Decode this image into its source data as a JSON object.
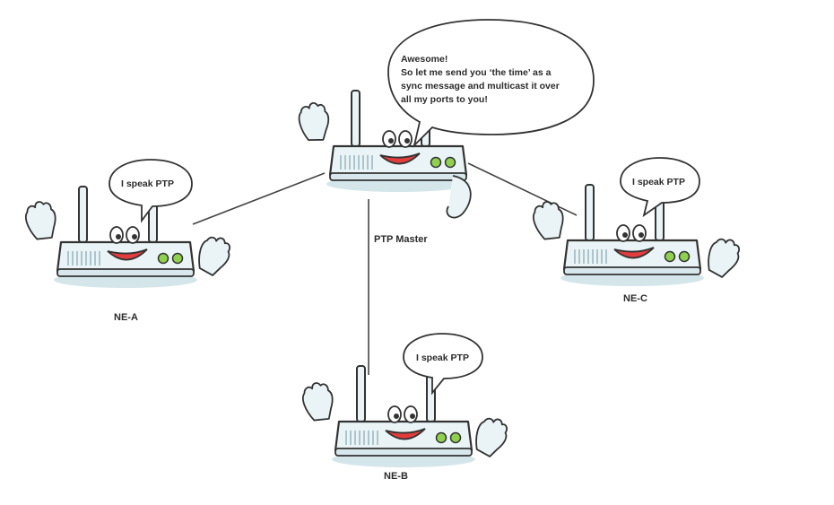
{
  "diagram": {
    "master": {
      "label": "PTP Master",
      "speech": [
        "Awesome!",
        "So let me send you ‘the time’ as a",
        "sync message and multicast it over",
        "all my ports to you!"
      ]
    },
    "nodes": [
      {
        "id": "ne-a",
        "label": "NE-A",
        "speech": "I speak PTP"
      },
      {
        "id": "ne-b",
        "label": "NE-B",
        "speech": "I speak PTP"
      },
      {
        "id": "ne-c",
        "label": "NE-C",
        "speech": "I speak PTP"
      }
    ]
  },
  "colors": {
    "body": "#eaf4f7",
    "outline": "#333333",
    "led": "#8fd14f",
    "mouth": "#e23c3c",
    "shadow": "#d5e6eb"
  }
}
